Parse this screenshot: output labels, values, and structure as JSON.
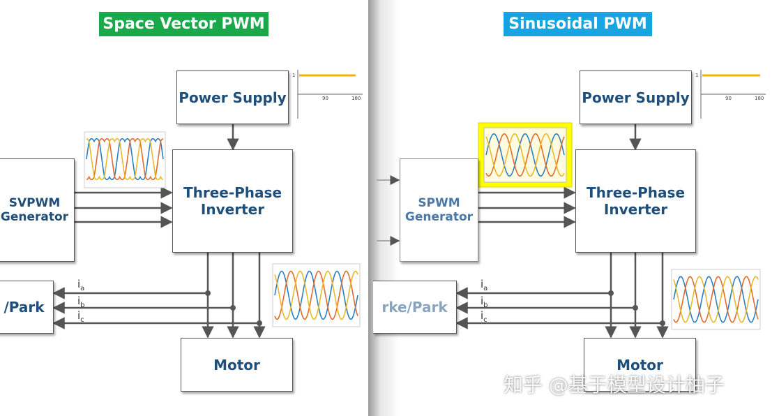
{
  "left_panel": {
    "title": "Space Vector PWM",
    "title_color": "#1aa84b",
    "power_supply": "Power Supply",
    "inverter_line1": "Three-Phase",
    "inverter_line2": "Inverter",
    "generator_line1": "SVPWM",
    "generator_line2": "Generator",
    "transform": "/Park",
    "motor": "Motor",
    "ps_ticks": [
      "1",
      "90",
      "180"
    ]
  },
  "right_panel": {
    "title": "Sinusoidal PWM",
    "title_color": "#17a4e0",
    "power_supply": "Power Supply",
    "inverter_line1": "Three-Phase",
    "inverter_line2": "Inverter",
    "generator_line1": "SPWM",
    "generator_line2": "Generator",
    "transform": "rke/Park",
    "motor": "Motor",
    "ps_ticks": [
      "1",
      "90",
      "180"
    ],
    "highlight_color": "#ffff00"
  },
  "currents": [
    "i",
    "i",
    "i"
  ],
  "current_subs": [
    "a",
    "b",
    "c"
  ],
  "wave_colors": [
    "#2a7fc1",
    "#e36b2c",
    "#e8b92a"
  ],
  "supply_line_color": "#f0b400",
  "watermark": "知乎 @基于模型设计柚子"
}
